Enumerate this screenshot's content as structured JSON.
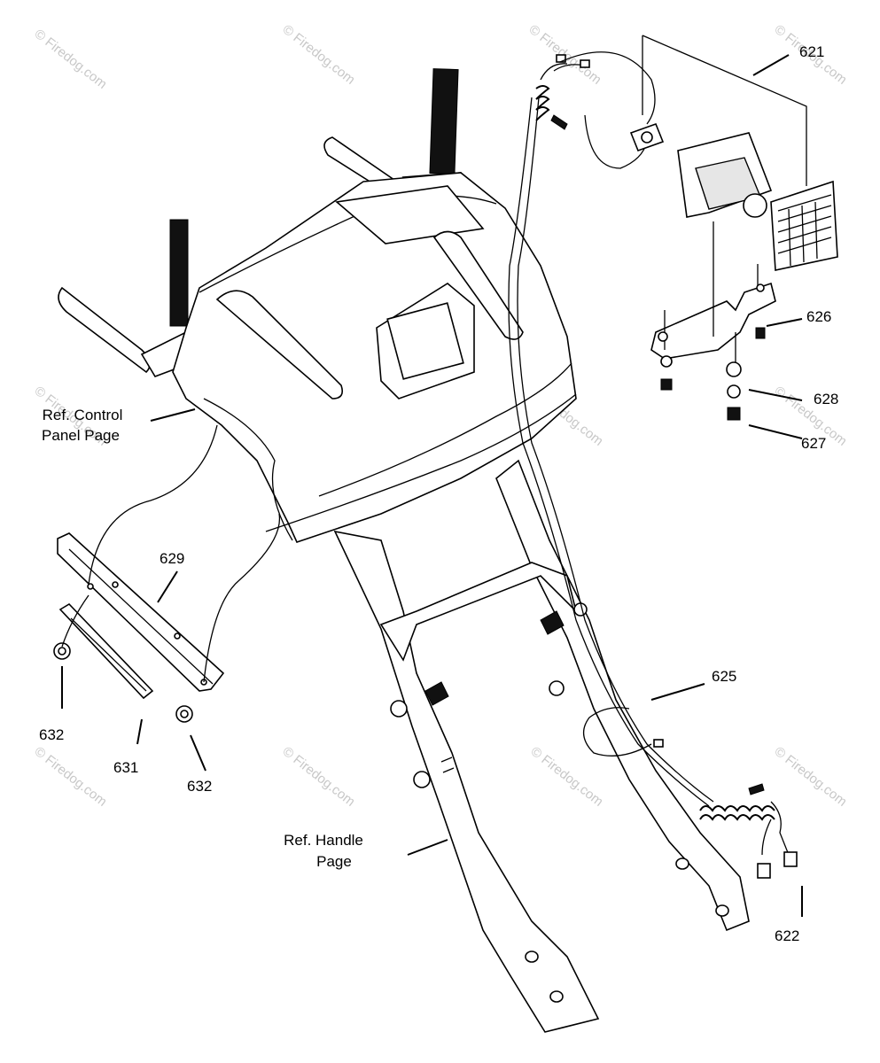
{
  "watermark": "© Firedog.com",
  "labels": {
    "p621": "621",
    "p626": "626",
    "p628": "628",
    "p627": "627",
    "p629": "629",
    "p625": "625",
    "p632a": "632",
    "p631": "631",
    "p632b": "632",
    "p622": "622",
    "ref_control_line1": "Ref. Control",
    "ref_control_line2": "Panel Page",
    "ref_handle_line1": "Ref. Handle",
    "ref_handle_line2": "Page"
  }
}
